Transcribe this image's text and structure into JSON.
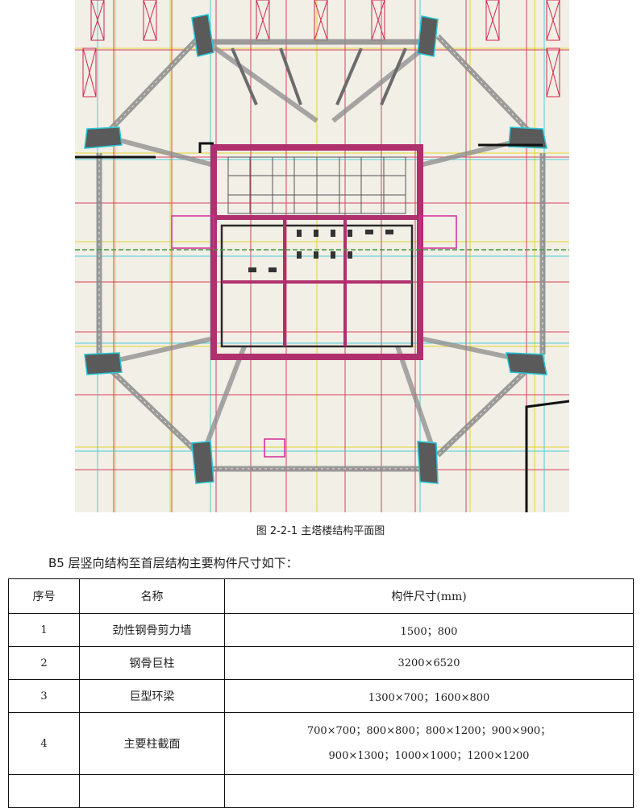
{
  "figure": {
    "caption": "图 2-2-1 主塔楼结构平面图"
  },
  "intro_text": "B5 层竖向结构至首层结构主要构件尺寸如下：",
  "table": {
    "headers": [
      "序号",
      "名称",
      "构件尺寸(mm)"
    ],
    "rows": [
      {
        "no": "1",
        "name": "劲性钢骨剪力墙",
        "size_lines": [
          "1500；800"
        ]
      },
      {
        "no": "2",
        "name": "钢骨巨柱",
        "size_lines": [
          "3200×6520"
        ]
      },
      {
        "no": "3",
        "name": "巨型环梁",
        "size_lines": [
          "1300×700；1600×800"
        ]
      },
      {
        "no": "4",
        "name": "主要柱截面",
        "size_lines": [
          "700×700；800×800；800×1200；900×900；",
          "900×1300；1000×1000；1200×1200"
        ]
      }
    ]
  },
  "colors": {
    "drawing_bg": "#f1efe6",
    "core_wall": "#b0306e",
    "grid_red": "#d4264d",
    "grid_yellow": "#e2d21a",
    "grid_cyan": "#25c6d6",
    "truss_gray": "#8c8c8c",
    "mega_column": "#5a5a5a"
  }
}
